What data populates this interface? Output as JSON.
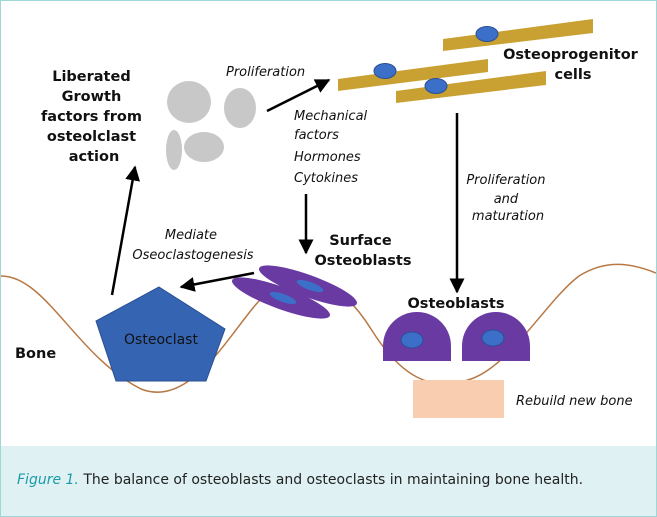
{
  "labels": {
    "growth_factors": [
      "Liberated",
      "Growth",
      "factors from",
      "osteolclast",
      "action"
    ],
    "proliferation_top": "Proliferation",
    "osteoprogenitor": [
      "Osteoprogenitor",
      "cells"
    ],
    "stimuli": [
      "Mechanical",
      "factors",
      "Hormones",
      "Cytokines"
    ],
    "proliferation_maturation": [
      "Proliferation",
      "and",
      "maturation"
    ],
    "mediate": [
      "Mediate",
      "Oseoclastogenesis"
    ],
    "surface_osteoblasts": [
      "Surface",
      "Osteoblasts"
    ],
    "osteoblasts": "Osteoblasts",
    "osteoclast": "Osteoclast",
    "bone": "Bone",
    "rebuild": "Rebuild new bone"
  },
  "caption": {
    "figure_label": "Figure 1.",
    "text": " The balance of osteoblasts and osteoclasts in maintaining bone health."
  },
  "colors": {
    "growth_factor_grey": "#c8c8c8",
    "osteoprogenitor_gold": "#c9a133",
    "nucleus_blue": "#3b6fc8",
    "osteoblast_purple": "#6a3aa3",
    "osteoclast_blue": "#3565b2",
    "bone_line": "#b87844",
    "new_bone": "#f8cdb0",
    "caption_bg": "#dff1f3",
    "figure_label": "#1a9ba8"
  }
}
